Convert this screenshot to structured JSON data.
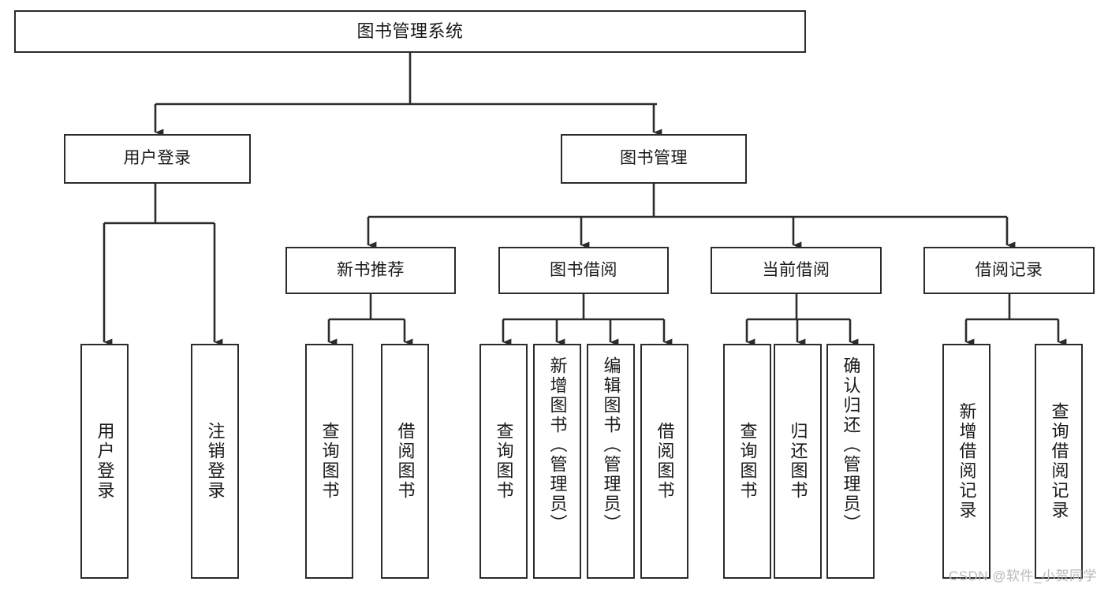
{
  "diagram": {
    "title": "图书管理系统",
    "type": "tree-hierarchy",
    "watermark": "CSDN @软件_小贺同学",
    "line_color": "#2b2b2b",
    "box_fill": "#ffffff",
    "text_color": "#1a1a1a",
    "nodes": {
      "root": {
        "label": "图书管理系统"
      },
      "level2": [
        {
          "id": "user-login",
          "label": "用户登录"
        },
        {
          "id": "book-management",
          "label": "图书管理"
        }
      ],
      "level3": [
        {
          "id": "new-book-recommend",
          "label": "新书推荐"
        },
        {
          "id": "book-borrow",
          "label": "图书借阅"
        },
        {
          "id": "current-borrow",
          "label": "当前借阅"
        },
        {
          "id": "borrow-record",
          "label": "借阅记录"
        }
      ],
      "leaves": {
        "user_login": [
          {
            "id": "leaf-user-login",
            "label": "用户登录"
          },
          {
            "id": "leaf-logout-login",
            "label": "注销登录"
          }
        ],
        "new_book_recommend": [
          {
            "id": "leaf-query-book-1",
            "label": "查询图书"
          },
          {
            "id": "leaf-borrow-book-1",
            "label": "借阅图书"
          }
        ],
        "book_borrow": [
          {
            "id": "leaf-query-book-2",
            "label": "查询图书"
          },
          {
            "id": "leaf-add-book",
            "label": "新增图书（管理员）"
          },
          {
            "id": "leaf-edit-book",
            "label": "编辑图书（管理员）"
          },
          {
            "id": "leaf-borrow-book-2",
            "label": "借阅图书"
          }
        ],
        "current_borrow": [
          {
            "id": "leaf-query-book-3",
            "label": "查询图书"
          },
          {
            "id": "leaf-return-book",
            "label": "归还图书"
          },
          {
            "id": "leaf-confirm-return",
            "label": "确认归还（管理员）"
          }
        ],
        "borrow_record": [
          {
            "id": "leaf-add-record",
            "label": "新增借阅记录"
          },
          {
            "id": "leaf-query-record",
            "label": "查询借阅记录"
          }
        ]
      }
    }
  }
}
